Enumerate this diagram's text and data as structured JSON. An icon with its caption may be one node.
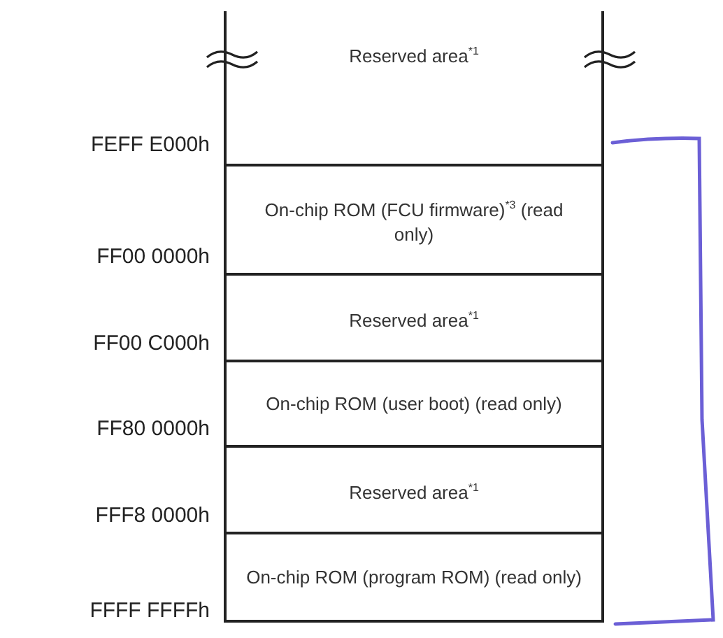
{
  "diagram": {
    "nodes": [
      {
        "text": [
          "Reserved area$^{*1}$"
        ]
      },
      {
        "text": [
          "On-chip ROM (FCU firmware)$^{*3}$ (read only)"
        ]
      },
      {
        "text": [
          "Reserved area$^{*1}$"
        ]
      },
      {
        "text": [
          "On-chip ROM (user boot) (read only)"
        ]
      },
      {
        "text": [
          "Reserved area$^{*1}$"
        ]
      },
      {
        "text": [
          "On-chip ROM (program ROM) (read only)"
        ]
      }
    ],
    "edges": [],
    "labels": [
      "FEFF E000h",
      "FF00 0000h",
      "FF00 C000h",
      "FF80 0000h",
      "FFF8 0000h",
      "FFFF FFFFh"
    ]
  }
}
